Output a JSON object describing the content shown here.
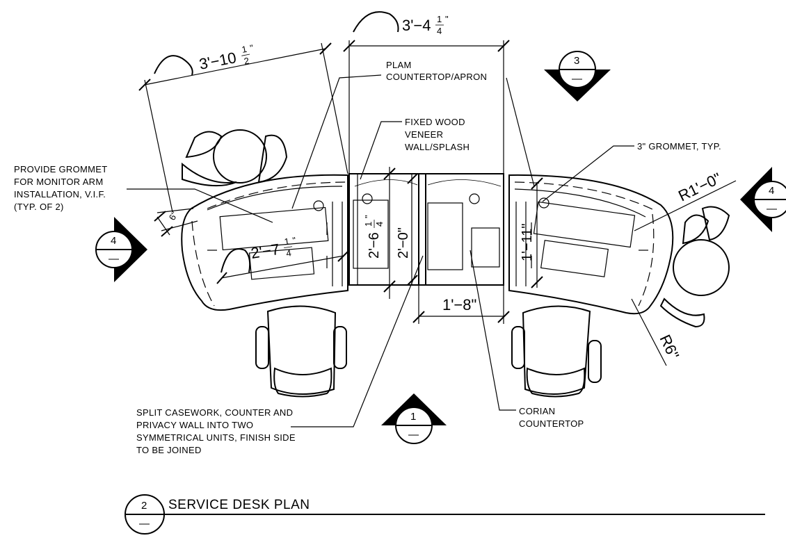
{
  "title": {
    "number": "2",
    "text": "SERVICE DESK PLAN"
  },
  "section_markers": [
    {
      "id": "1",
      "num": "1",
      "dash": "—"
    },
    {
      "id": "3",
      "num": "3",
      "dash": "—"
    },
    {
      "id": "4-left",
      "num": "4",
      "dash": "—"
    },
    {
      "id": "4-right",
      "num": "4",
      "dash": "—"
    }
  ],
  "dimensions": {
    "left_top_whole": "3'−10",
    "left_top_num": "1",
    "left_top_den": "2",
    "left_top_tick": "\"",
    "center_top_whole": "3'−4",
    "center_top_num": "1",
    "center_top_den": "4",
    "center_top_tick": "\"",
    "inner_left_whole": "2'−7",
    "inner_left_num": "1",
    "inner_left_den": "4",
    "inner_left_tick": "\"",
    "small_left": "6\"",
    "vert_a_whole": "2'−6",
    "vert_a_num": "1",
    "vert_a_den": "4",
    "vert_a_tick": "\"",
    "vert_b": "2'−0\"",
    "vert_c": "1'−11\"",
    "bottom_center": "1'−8\"",
    "radius_large": "R1'−0\"",
    "radius_small": "R6\""
  },
  "notes": {
    "plam": [
      "PLAM",
      "COUNTERTOP/APRON"
    ],
    "fixed_wood": [
      "FIXED WOOD",
      "VENEER",
      "WALL/SPLASH"
    ],
    "grommet_monitor": [
      "PROVIDE GROMMET",
      "FOR MONITOR ARM",
      "INSTALLATION, V.I.F.",
      "(TYP. OF 2)"
    ],
    "grommet_typ": [
      "3\" GROMMET, TYP."
    ],
    "split": [
      "SPLIT CASEWORK, COUNTER AND",
      "PRIVACY WALL INTO TWO",
      "SYMMETRICAL UNITS, FINISH SIDE",
      "TO BE JOINED"
    ],
    "corian": [
      "CORIAN",
      "COUNTERTOP"
    ]
  }
}
